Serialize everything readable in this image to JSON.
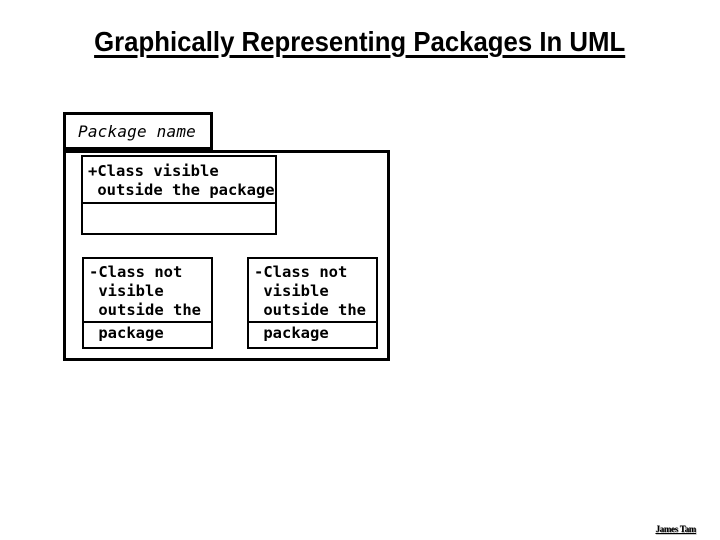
{
  "slide": {
    "title": "Graphically Representing Packages In UML",
    "credit": "James Tam"
  },
  "package": {
    "tab_label": "Package name",
    "classes": [
      {
        "name_lines": [
          "+Class visible",
          " outside the package"
        ],
        "second_compartment": ""
      },
      {
        "name_lines": [
          "-Class not",
          " visible",
          " outside the"
        ],
        "second_compartment": " package"
      },
      {
        "name_lines": [
          "-Class not",
          " visible",
          " outside the"
        ],
        "second_compartment": " package"
      }
    ]
  },
  "colors": {
    "background": "#ffffff",
    "line": "#000000",
    "text": "#000000"
  }
}
